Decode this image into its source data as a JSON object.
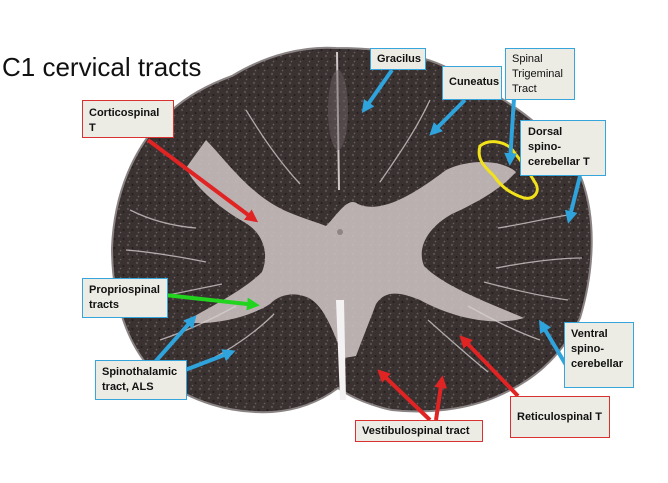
{
  "title": "C1 cervical tracts",
  "labels": {
    "gracilus": "Gracilus",
    "cuneatus": "Cuneatus",
    "spinal_trigeminal": [
      "Spinal",
      "Trigeminal",
      "Tract"
    ],
    "corticospinal": "Corticospinal T",
    "dorsal_spinocerebellar": [
      "Dorsal spino-",
      "cerebellar T"
    ],
    "propriospinal": [
      "Propriospinal",
      "tracts"
    ],
    "spinothalamic": [
      "Spinothalamic",
      "tract, ALS"
    ],
    "ventral_spinocerebellar": [
      "Ventral",
      "spino-",
      "cerebellar"
    ],
    "vestibulospinal": "Vestibulospinal tract",
    "reticulospinal": "Reticulospinal T"
  },
  "colors": {
    "red_arrow": "#e02424",
    "blue_arrow": "#2fa3dc",
    "green_arrow": "#22d41e",
    "yellow_outline": "#f2e21a",
    "red_border": "#d93030",
    "blue_border": "#35a5dc",
    "label_bg": "#ecebe4"
  },
  "icons": [
    "red-arrow-icon",
    "blue-arrow-icon",
    "green-arrow-icon"
  ]
}
